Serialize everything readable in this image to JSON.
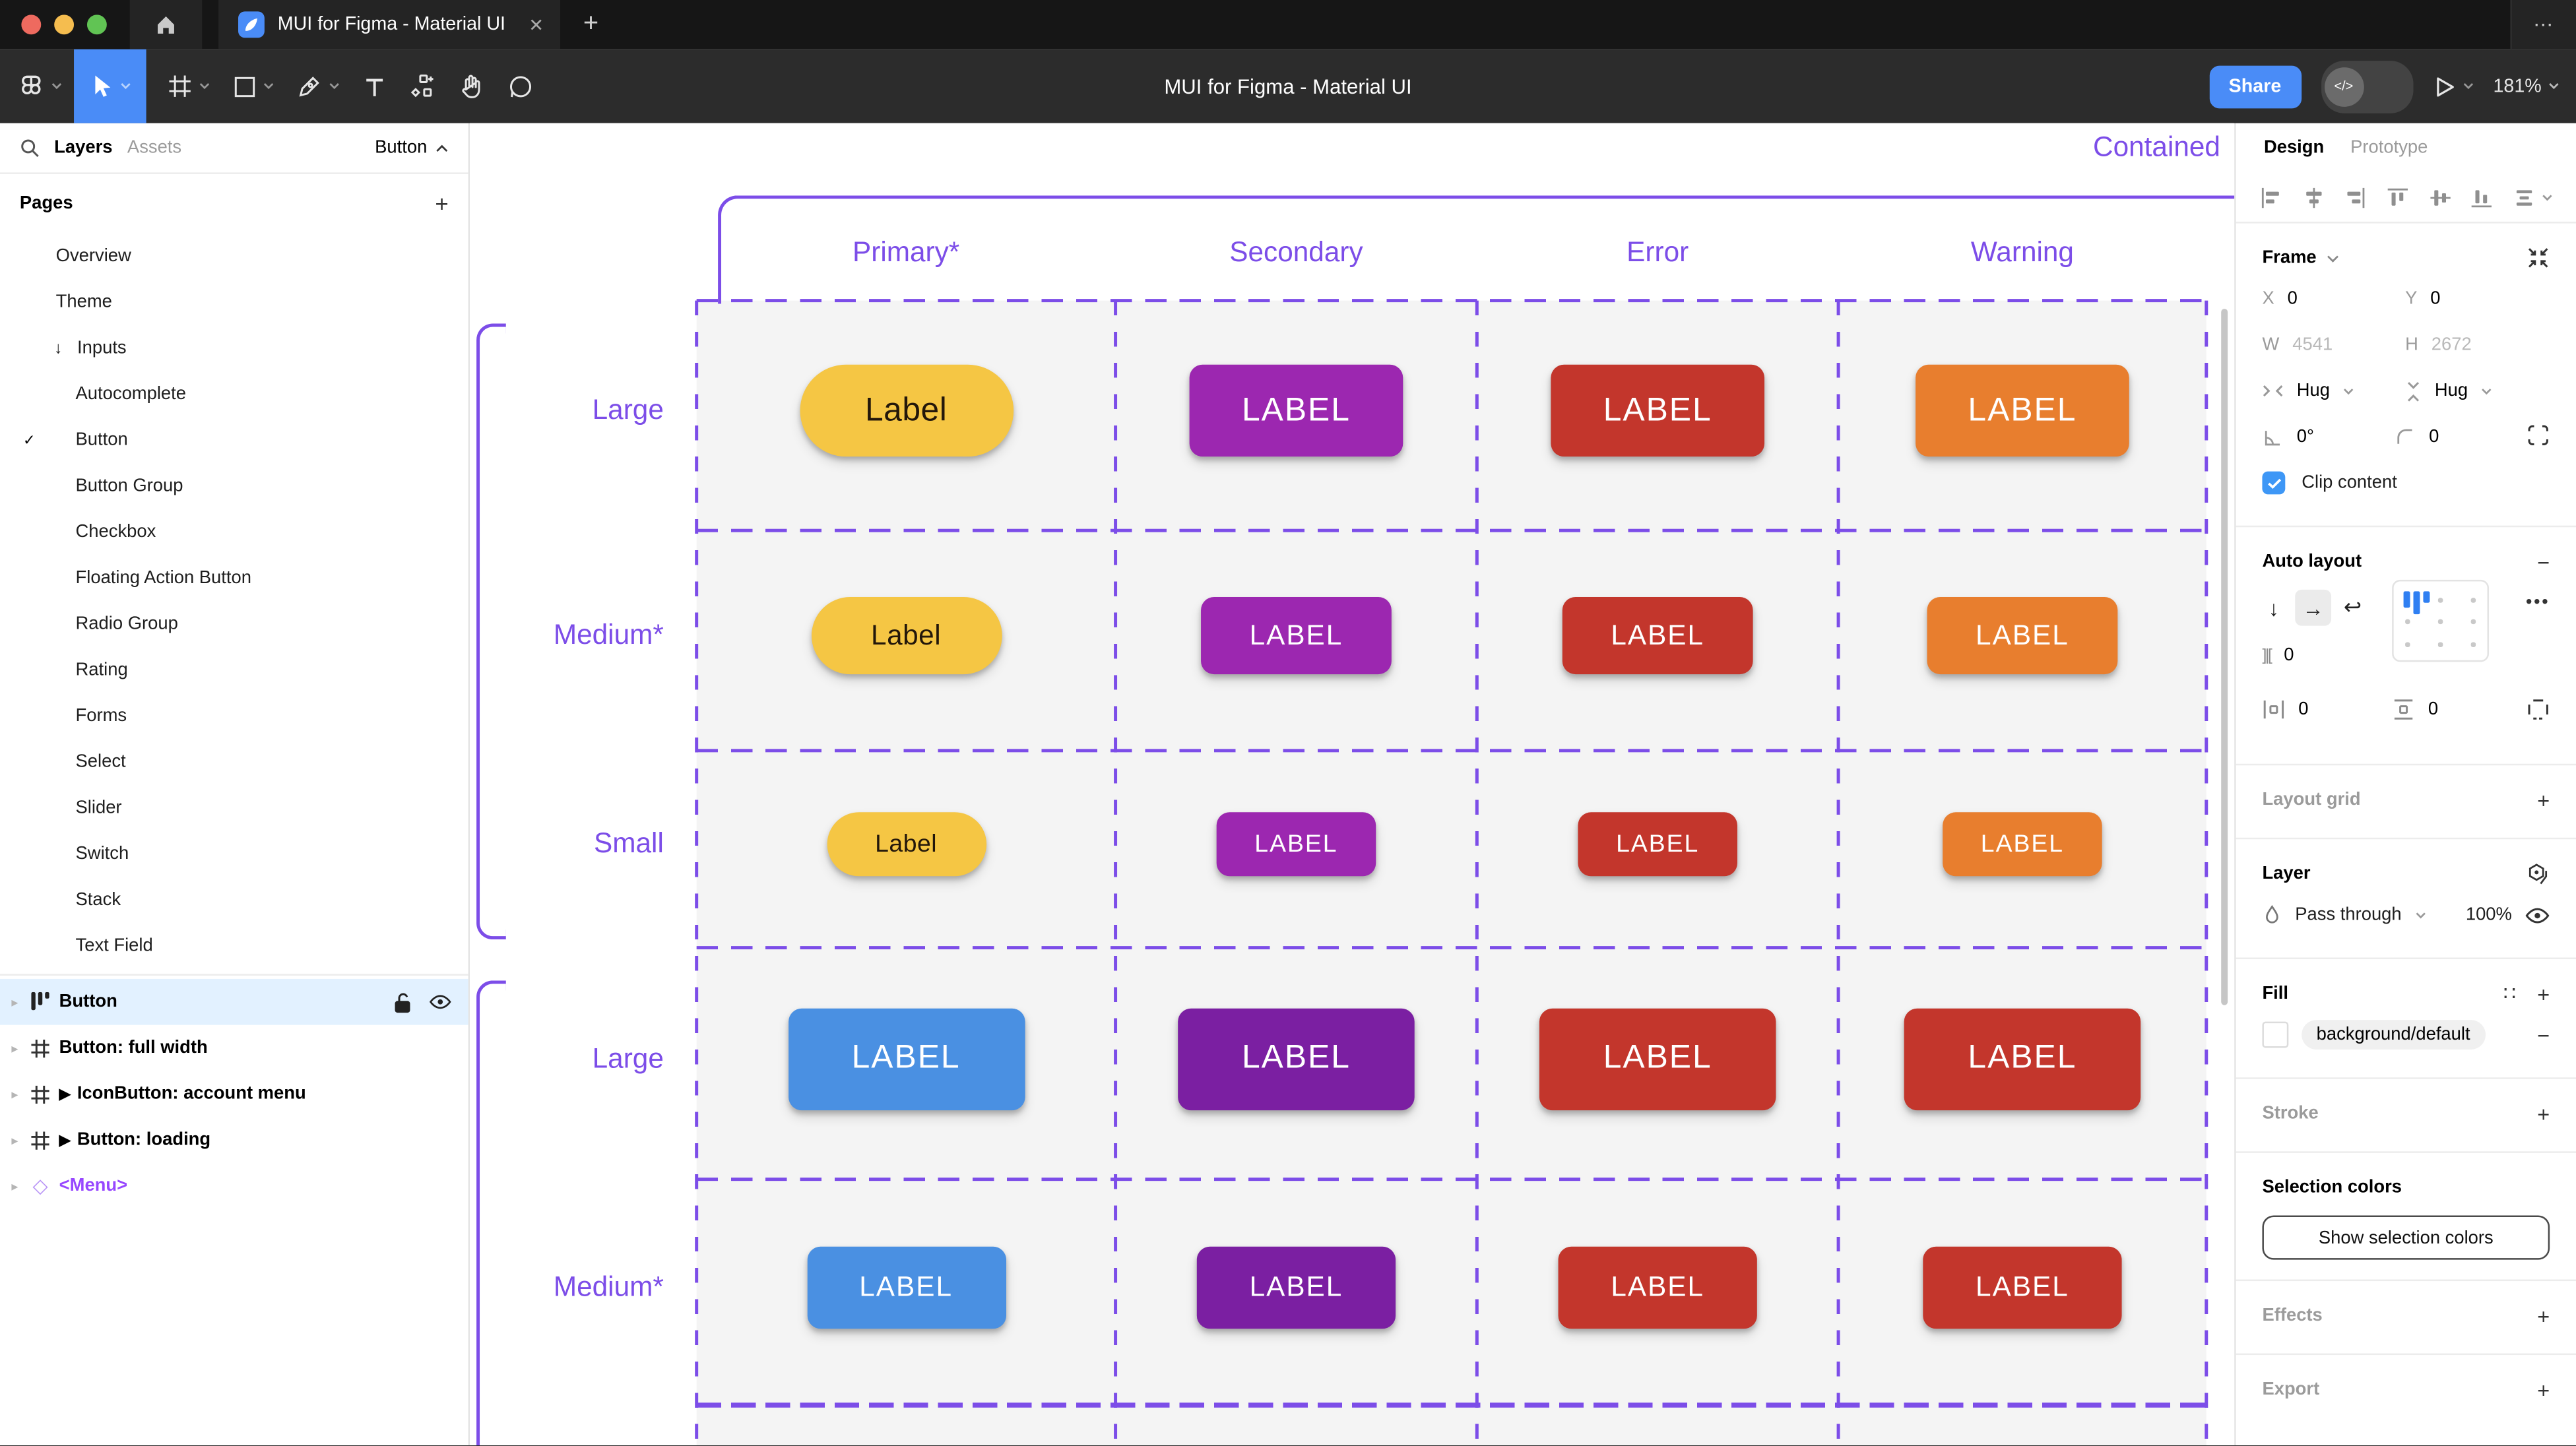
{
  "glyphs": {
    "close": "✕",
    "newtab": "+",
    "more": "⋯",
    "plus": "+",
    "minus": "−",
    "dots3": "•••",
    "check": "✓",
    "caret": "▸",
    "play": "▶",
    "diamond": "◇",
    "down_arrow": "↓",
    "right_arrow": "→",
    "wrap_arrow": "↩",
    "gap": "]|[",
    "fill_dots": "∷",
    "hash": "#"
  },
  "titlebar": {
    "tab_title": "MUI for Figma - Material UI"
  },
  "toolbar": {
    "doc_title": "MUI for Figma - Material UI",
    "share_label": "Share",
    "dev_toggle": "</>",
    "zoom_level": "181%"
  },
  "sidebar": {
    "tab_layers": "Layers",
    "tab_assets": "Assets",
    "page_indicator": "Button",
    "pages_header": "Pages",
    "pages": [
      {
        "label": "Overview",
        "level": 0
      },
      {
        "label": "Theme",
        "level": 0
      },
      {
        "label": "Inputs",
        "level": 0,
        "arrow": true
      },
      {
        "label": "Autocomplete",
        "level": 1
      },
      {
        "label": "Button",
        "level": 1,
        "checked": true
      },
      {
        "label": "Button Group",
        "level": 1
      },
      {
        "label": "Checkbox",
        "level": 1
      },
      {
        "label": "Floating Action Button",
        "level": 1
      },
      {
        "label": "Radio Group",
        "level": 1
      },
      {
        "label": "Rating",
        "level": 1
      },
      {
        "label": "Forms",
        "level": 1
      },
      {
        "label": "Select",
        "level": 1
      },
      {
        "label": "Slider",
        "level": 1
      },
      {
        "label": "Switch",
        "level": 1
      },
      {
        "label": "Stack",
        "level": 1
      },
      {
        "label": "Text Field",
        "level": 1
      }
    ],
    "layers": [
      {
        "name": "Button",
        "icon": "auto-layout",
        "selected": true
      },
      {
        "name": "Button: full width",
        "icon": "frame"
      },
      {
        "name": "IconButton: account menu",
        "icon": "frame",
        "play": true
      },
      {
        "name": "Button: loading",
        "icon": "frame",
        "play": true
      },
      {
        "name": "<Menu>",
        "icon": "instance",
        "purple": true
      }
    ]
  },
  "canvas": {
    "accent": "#7C4DE8",
    "frame_title": "Contained",
    "columns": [
      "Primary*",
      "Secondary",
      "Error",
      "Warning"
    ],
    "rows": [
      {
        "label": "Large",
        "variant": "lg",
        "buttons": [
          {
            "text": "Label",
            "bg": "#F5C644",
            "fg": "#23170A",
            "pill": true
          },
          {
            "text": "LABEL",
            "bg": "#9C27B0",
            "fg": "#FFFFFF"
          },
          {
            "text": "LABEL",
            "bg": "#C3362C",
            "fg": "#FFFFFF"
          },
          {
            "text": "LABEL",
            "bg": "#E87E2E",
            "fg": "#FFFFFF"
          }
        ]
      },
      {
        "label": "Medium*",
        "variant": "md",
        "buttons": [
          {
            "text": "Label",
            "bg": "#F5C644",
            "fg": "#23170A",
            "pill": true
          },
          {
            "text": "LABEL",
            "bg": "#9C27B0",
            "fg": "#FFFFFF"
          },
          {
            "text": "LABEL",
            "bg": "#C3362C",
            "fg": "#FFFFFF"
          },
          {
            "text": "LABEL",
            "bg": "#E87E2E",
            "fg": "#FFFFFF"
          }
        ]
      },
      {
        "label": "Small",
        "variant": "sm",
        "buttons": [
          {
            "text": "Label",
            "bg": "#F5C644",
            "fg": "#23170A",
            "pill": true
          },
          {
            "text": "LABEL",
            "bg": "#9C27B0",
            "fg": "#FFFFFF"
          },
          {
            "text": "LABEL",
            "bg": "#C3362C",
            "fg": "#FFFFFF"
          },
          {
            "text": "LABEL",
            "bg": "#E87E2E",
            "fg": "#FFFFFF"
          }
        ]
      },
      {
        "label": "Large",
        "variant": "lg2",
        "buttons": [
          {
            "text": "LABEL",
            "bg": "#4A90E2",
            "fg": "#FFFFFF"
          },
          {
            "text": "LABEL",
            "bg": "#7B1FA2",
            "fg": "#FFFFFF"
          },
          {
            "text": "LABEL",
            "bg": "#C3362C",
            "fg": "#FFFFFF"
          },
          {
            "text": "LABEL",
            "bg": "#C3362C",
            "fg": "#FFFFFF"
          }
        ]
      },
      {
        "label": "Medium*",
        "variant": "md2",
        "buttons": [
          {
            "text": "LABEL",
            "bg": "#4A90E2",
            "fg": "#FFFFFF"
          },
          {
            "text": "LABEL",
            "bg": "#7B1FA2",
            "fg": "#FFFFFF"
          },
          {
            "text": "LABEL",
            "bg": "#C3362C",
            "fg": "#FFFFFF"
          },
          {
            "text": "LABEL",
            "bg": "#C3362C",
            "fg": "#FFFFFF"
          }
        ]
      }
    ]
  },
  "panel": {
    "tab_design": "Design",
    "tab_prototype": "Prototype",
    "frame": {
      "title": "Frame",
      "x_label": "X",
      "x": "0",
      "y_label": "Y",
      "y": "0",
      "w_label": "W",
      "w": "4541",
      "h_label": "H",
      "h": "2672",
      "hug_h": "Hug",
      "hug_v": "Hug",
      "rotation": "0°",
      "radius": "0",
      "clip_label": "Clip content"
    },
    "auto_layout": {
      "title": "Auto layout",
      "gap": "0",
      "pad_h": "0",
      "pad_v": "0"
    },
    "layout_grid_title": "Layout grid",
    "layer": {
      "title": "Layer",
      "blend": "Pass through",
      "opacity": "100%"
    },
    "fill": {
      "title": "Fill",
      "value": "background/default"
    },
    "stroke_title": "Stroke",
    "selection": {
      "title": "Selection colors",
      "button_label": "Show selection colors"
    },
    "effects_title": "Effects",
    "export_title": "Export"
  }
}
